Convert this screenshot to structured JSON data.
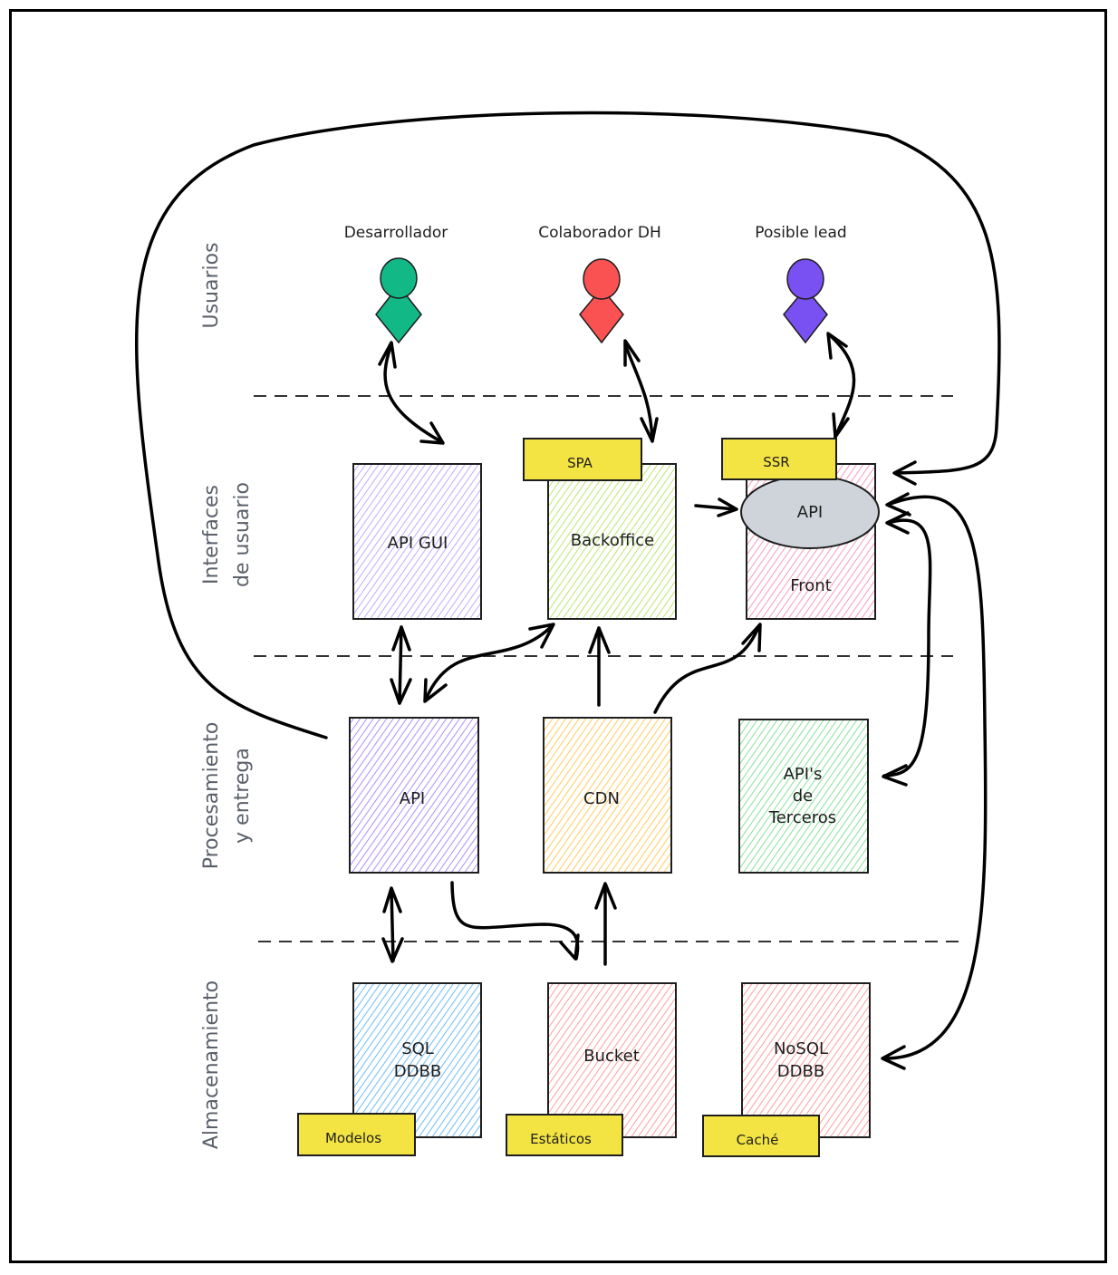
{
  "lanes": [
    {
      "id": "usuarios",
      "lines": [
        "Usuarios"
      ]
    },
    {
      "id": "interfaces",
      "lines": [
        "Interfaces",
        "de usuario"
      ]
    },
    {
      "id": "procesamiento",
      "lines": [
        "Procesamiento",
        "y entrega"
      ]
    },
    {
      "id": "almacenamiento",
      "lines": [
        "Almacenamiento"
      ]
    }
  ],
  "users": [
    {
      "id": "desarrollador",
      "label": "Desarrollador",
      "color": "#12b886"
    },
    {
      "id": "colaborador",
      "label": "Colaborador DH",
      "color": "#fa5252"
    },
    {
      "id": "lead",
      "label": "Posible lead",
      "color": "#7950f2"
    }
  ],
  "nodes": [
    {
      "id": "api-gui",
      "lines": [
        "API GUI"
      ],
      "color": "#b197fc",
      "lane": "interfaces"
    },
    {
      "id": "backoffice",
      "lines": [
        "Backoffice"
      ],
      "color": "#a9e34b",
      "lane": "interfaces"
    },
    {
      "id": "front",
      "lines": [
        "Front"
      ],
      "color": "#f783ac",
      "lane": "interfaces"
    },
    {
      "id": "api",
      "lines": [
        "API"
      ],
      "color": "#9775fa",
      "lane": "procesamiento"
    },
    {
      "id": "cdn",
      "lines": [
        "CDN"
      ],
      "color": "#ffc034",
      "lane": "procesamiento"
    },
    {
      "id": "apis-terceros",
      "lines": [
        "API's",
        "de",
        "Terceros"
      ],
      "color": "#69db7c",
      "lane": "procesamiento"
    },
    {
      "id": "sql-ddbb",
      "lines": [
        "SQL",
        "DDBB"
      ],
      "color": "#4dabf7",
      "lane": "almacenamiento"
    },
    {
      "id": "bucket",
      "lines": [
        "Bucket"
      ],
      "color": "#ff8787",
      "lane": "almacenamiento"
    },
    {
      "id": "nosql-ddbb",
      "lines": [
        "NoSQL",
        "DDBB"
      ],
      "color": "#ff8787",
      "lane": "almacenamiento"
    }
  ],
  "tags": [
    {
      "id": "spa",
      "label": "SPA",
      "attached_to": "backoffice"
    },
    {
      "id": "ssr",
      "label": "SSR",
      "attached_to": "front"
    },
    {
      "id": "modelos",
      "label": "Modelos",
      "attached_to": "sql-ddbb"
    },
    {
      "id": "estaticos",
      "label": "Estáticos",
      "attached_to": "bucket"
    },
    {
      "id": "cache",
      "label": "Caché",
      "attached_to": "nosql-ddbb"
    }
  ],
  "front_api": {
    "label": "API",
    "color": "#ced4da"
  },
  "colors": {
    "tag": "#f3e443",
    "stroke": "#000000",
    "lane_text": "#5b616b",
    "divider": "#333333"
  },
  "edges": [
    {
      "from": "desarrollador",
      "to": "api-gui",
      "bidirectional": true
    },
    {
      "from": "colaborador",
      "to": "backoffice",
      "bidirectional": true
    },
    {
      "from": "lead",
      "to": "front",
      "bidirectional": true
    },
    {
      "from": "backoffice",
      "to": "front-api",
      "bidirectional": false
    },
    {
      "from": "api-gui",
      "to": "api",
      "bidirectional": true
    },
    {
      "from": "api",
      "to": "backoffice",
      "bidirectional": true
    },
    {
      "from": "cdn",
      "to": "backoffice",
      "bidirectional": false
    },
    {
      "from": "cdn",
      "to": "front",
      "bidirectional": false
    },
    {
      "from": "api",
      "to": "front",
      "bidirectional": false,
      "note": "large loop around diagram"
    },
    {
      "from": "front-api",
      "to": "apis-terceros",
      "bidirectional": true
    },
    {
      "from": "front-api",
      "to": "nosql-ddbb",
      "bidirectional": true
    },
    {
      "from": "api",
      "to": "sql-ddbb",
      "bidirectional": true
    },
    {
      "from": "api",
      "to": "bucket",
      "bidirectional": false
    },
    {
      "from": "bucket",
      "to": "cdn",
      "bidirectional": false
    }
  ]
}
